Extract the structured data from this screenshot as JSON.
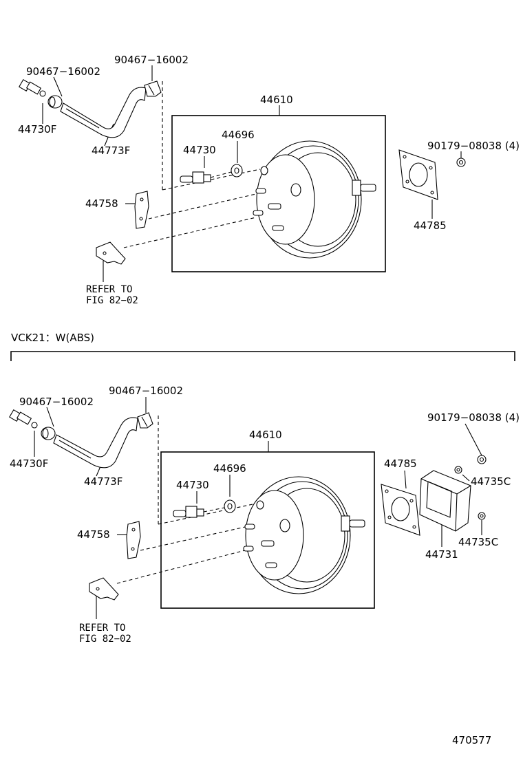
{
  "top_section": {
    "labels": {
      "clip_left": "90467−16002",
      "clip_right": "90467−16002",
      "check_valve": "44730F",
      "hose": "44773F",
      "booster_assy": "44610",
      "grommet": "44696",
      "union": "44730",
      "bracket": "44758",
      "refer_line1": "REFER TO",
      "refer_line2": "FIG 82−02",
      "nut": "90179−08038 (4)",
      "gasket": "44785"
    }
  },
  "section_label": "VCK21：W(ABS)",
  "bottom_section": {
    "labels": {
      "clip_left": "90467−16002",
      "clip_right": "90467−16002",
      "check_valve": "44730F",
      "hose": "44773F",
      "booster_assy": "44610",
      "grommet": "44696",
      "union": "44730",
      "bracket": "44758",
      "refer_line1": "REFER TO",
      "refer_line2": "FIG 82−02",
      "nut": "90179−08038 (4)",
      "gasket": "44785",
      "spacer": "44731",
      "spacer_nut_upper": "44735C",
      "spacer_nut_lower": "44735C"
    }
  },
  "figure_number": "470577"
}
